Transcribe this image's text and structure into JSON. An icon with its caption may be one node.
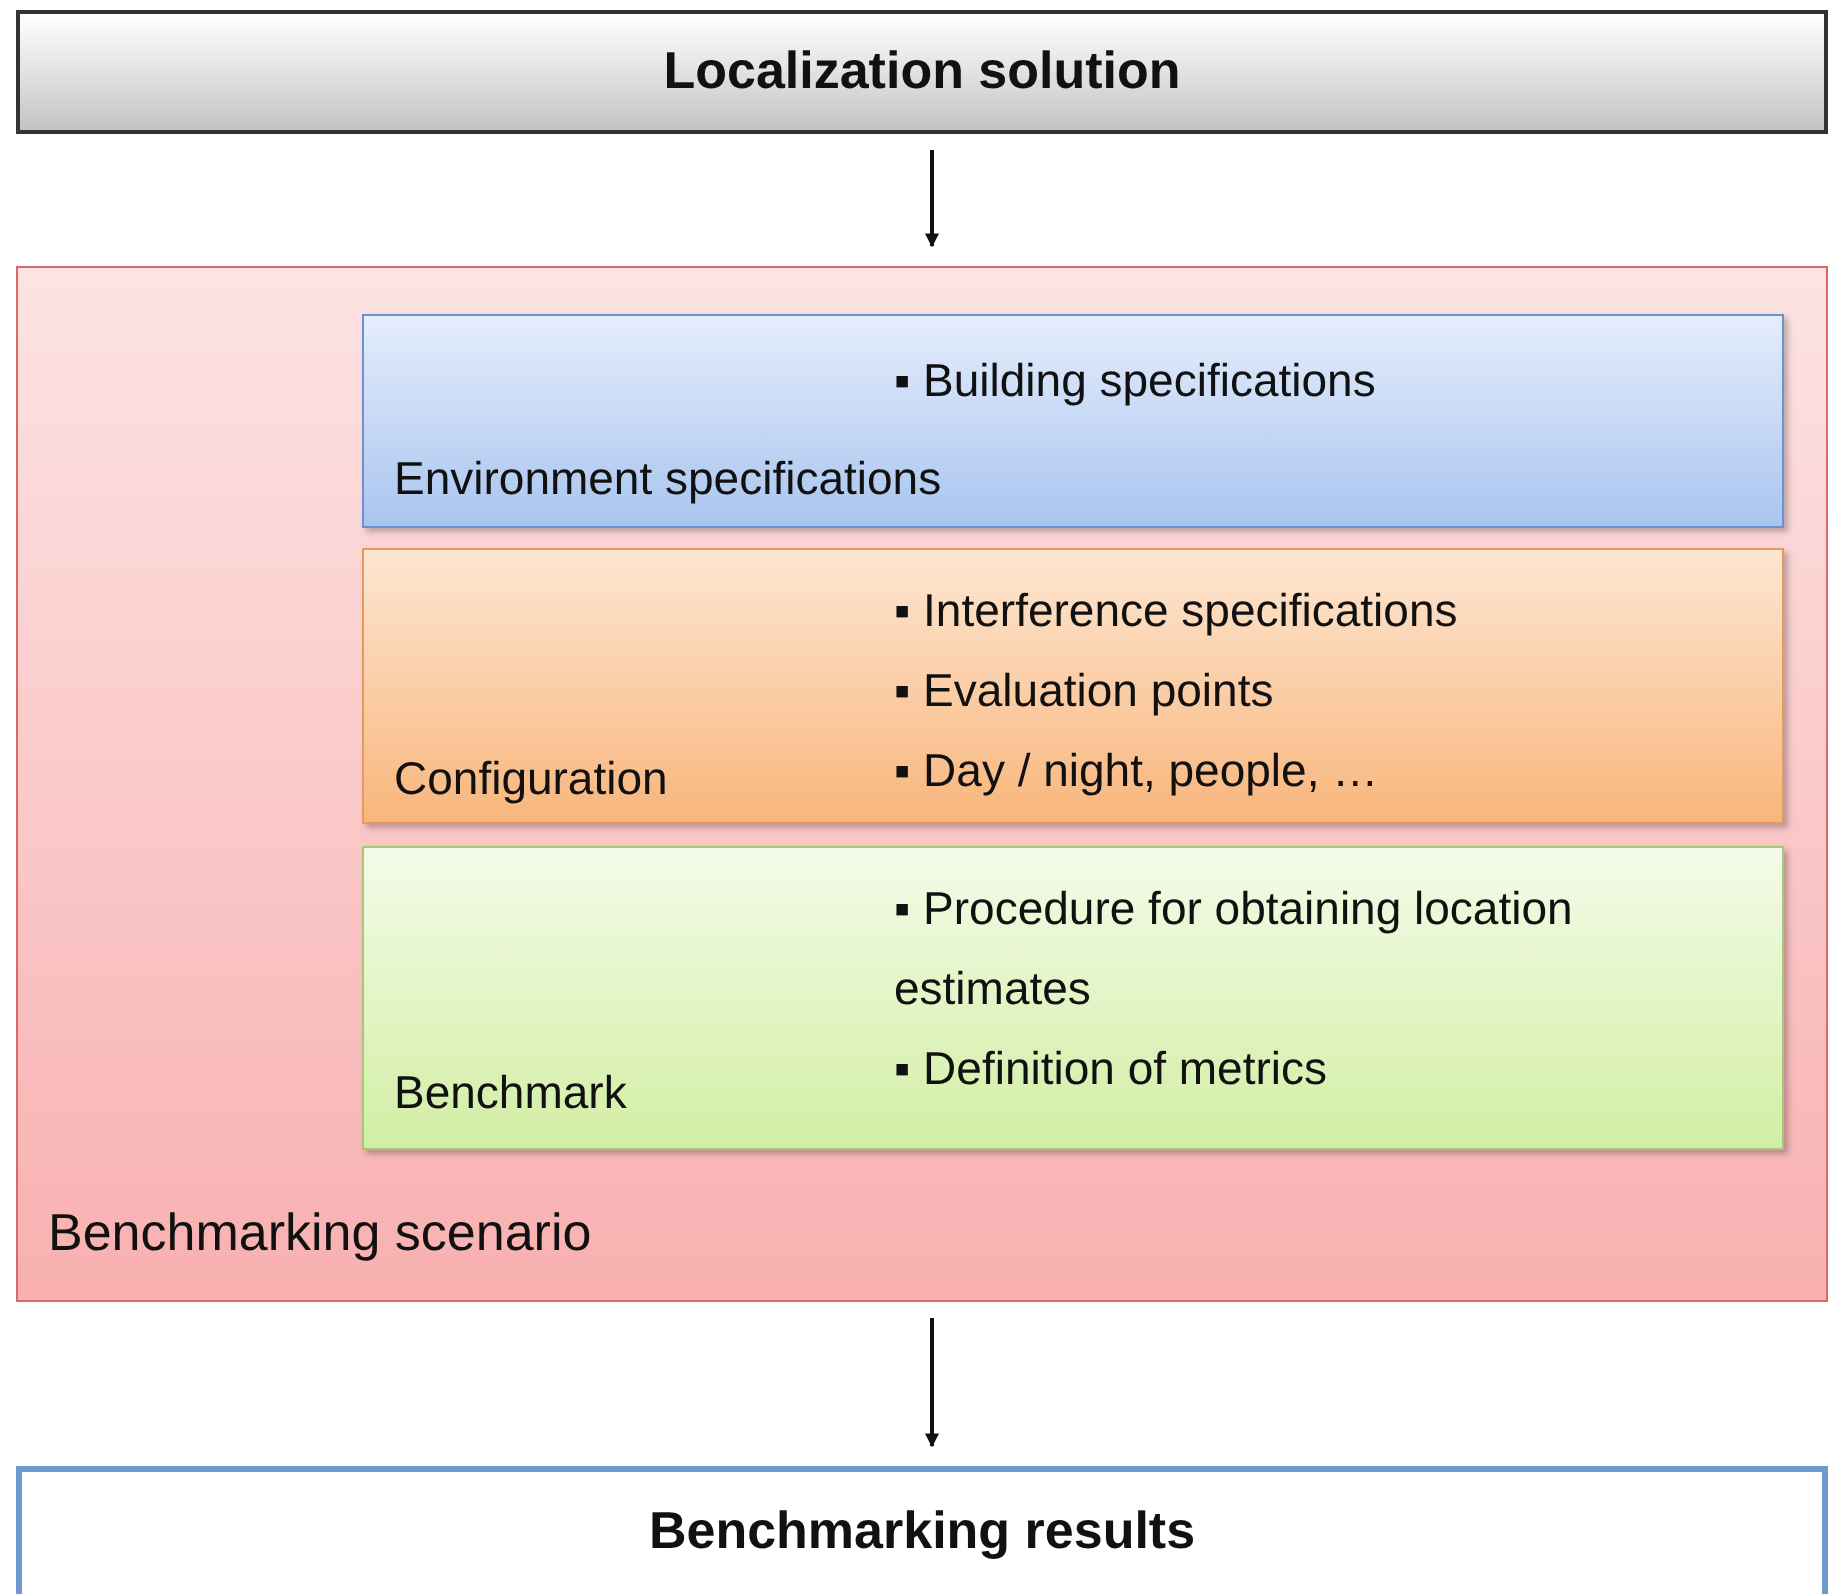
{
  "diagram": {
    "nodes": [
      {
        "text": [
          "Localization solution"
        ]
      },
      {
        "text": [
          "Benchmarking scenario"
        ]
      },
      {
        "text": [
          "▪ Building specifications",
          "Environment specifications"
        ],
        "in": 1
      },
      {
        "text": [
          "▪ Interference specifications",
          "▪ Evaluation points",
          "▪ Day / night, people, …",
          "Configuration"
        ],
        "in": 1
      },
      {
        "text": [
          "▪ Procedure for obtaining location estimates",
          "▪ Definition of metrics",
          "Benchmark"
        ],
        "in": 1
      },
      {
        "text": [
          "Benchmarking results"
        ]
      }
    ],
    "edges": [
      {
        "from": 0,
        "to": 1,
        "arrow": "to"
      },
      {
        "from": 1,
        "to": 5,
        "arrow": "to"
      }
    ]
  }
}
